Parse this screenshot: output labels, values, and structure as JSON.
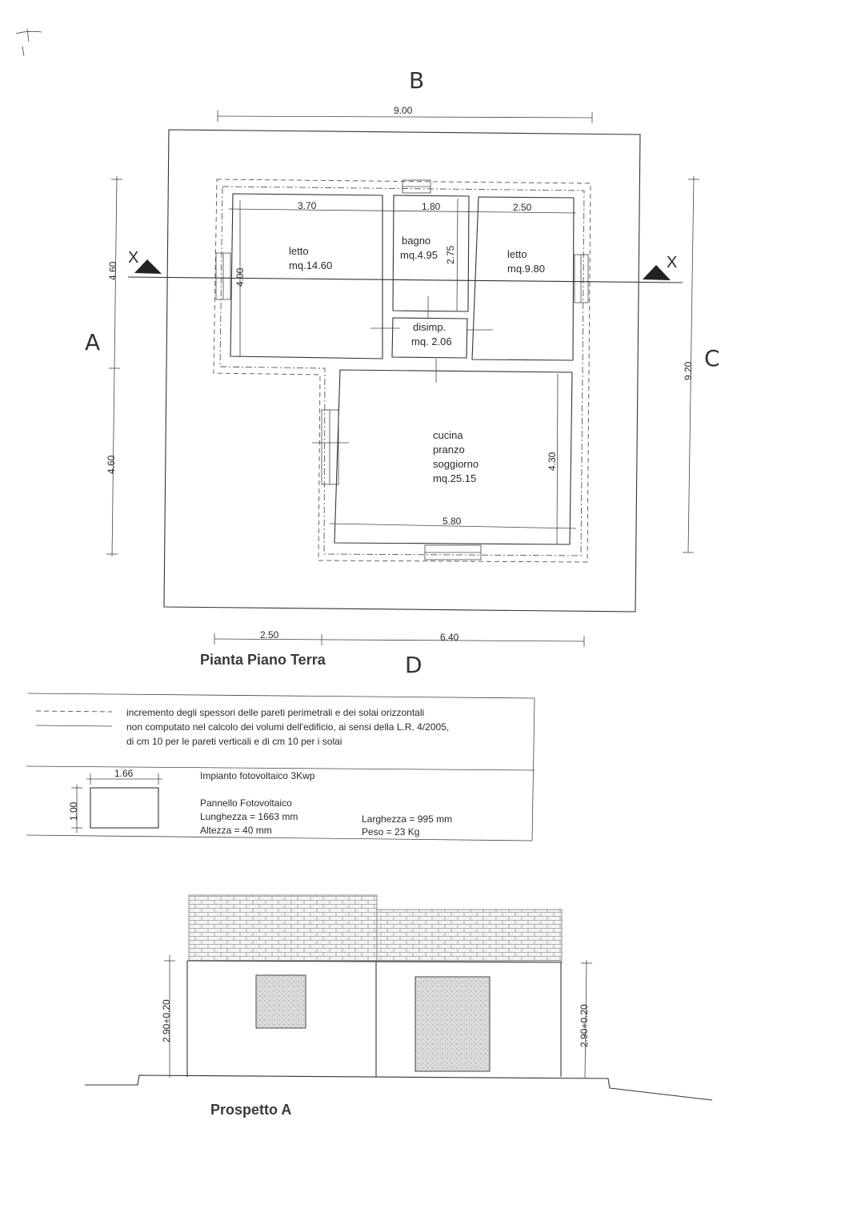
{
  "side_labels": {
    "top": "B",
    "left": "A",
    "right": "C",
    "bottom": "D"
  },
  "section_marks": {
    "left": "X",
    "right": "X"
  },
  "dimensions": {
    "overall_width": "9.00",
    "left_upper": "4.60",
    "left_lower": "4.60",
    "right_total": "9.20",
    "bottom_left": "2.50",
    "bottom_right": "6.40",
    "letto1_width": "3.70",
    "letto1_depth": "4.00",
    "bagno_width": "1.80",
    "bagno_depth": "2.75",
    "letto2_width": "2.50",
    "cucina_width": "5.80",
    "cucina_depth": "4.30"
  },
  "rooms": {
    "letto1": {
      "name": "letto",
      "area": "mq.14.60"
    },
    "bagno": {
      "name": "bagno",
      "area": "mq.4.95"
    },
    "letto2": {
      "name": "letto",
      "area": "mq.9.80"
    },
    "disimp": {
      "name": "disimp.",
      "area": "mq. 2.06"
    },
    "cucina": {
      "line1": "cucina",
      "line2": "pranzo",
      "line3": "soggiorno",
      "area": "mq.25.15"
    }
  },
  "plan_title": "Pianta Piano Terra",
  "legend": {
    "note_line1": "incremento degli spessori delle pareti perimetrali e dei solai orizzontali",
    "note_line2": "non computato nel calcolo dei volumi dell'edificio, ai sensi della L.R. 4/2005,",
    "note_line3": "di cm 10 per le pareti verticali e di cm 10 per i solai",
    "panel_width_dim": "1.66",
    "panel_height_dim": "1.00",
    "impianto": "Impianto fotovoltaico 3Kwp",
    "pannello": "Pannello Fotovoltaico",
    "lunghezza": "Lunghezza = 1663 mm",
    "altezza": "Altezza = 40 mm",
    "larghezza": "Larghezza = 995 mm",
    "peso": "Peso = 23 Kg"
  },
  "elevation": {
    "height_left": "2.90+0.20",
    "height_right": "2.90+0.20",
    "title": "Prospetto A"
  }
}
